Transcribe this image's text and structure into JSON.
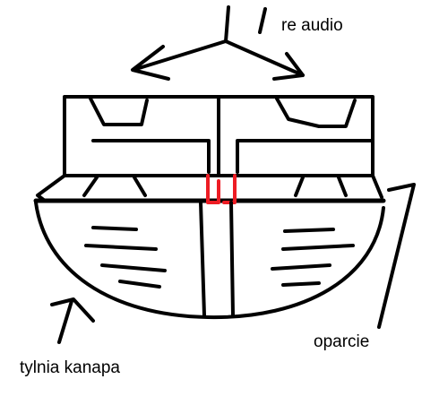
{
  "labels": {
    "audio": "re audio",
    "backrest": "oparcie",
    "rear_seat": "tylnia kanapa"
  },
  "colors": {
    "ink": "#000000",
    "highlight": "#ed1c24",
    "background": "#ffffff"
  }
}
